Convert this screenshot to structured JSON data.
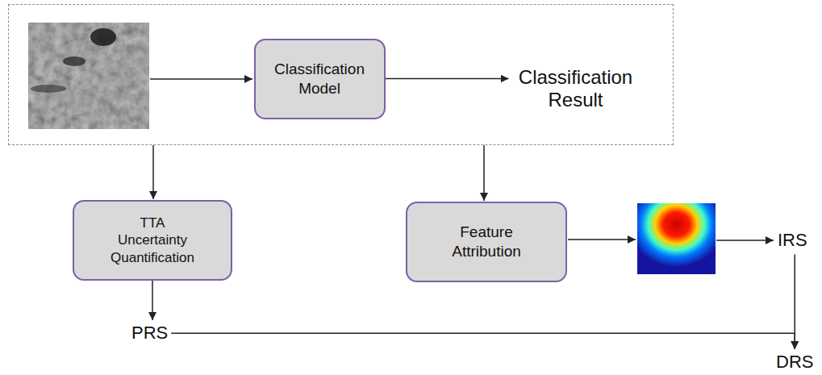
{
  "diagram": {
    "nodes": [
      {
        "text": []
      },
      {
        "text": [
          "Classification Model"
        ],
        "in": 0
      },
      {
        "text": [
          "Classification Result"
        ],
        "in": 0
      },
      {
        "text": [
          "TTA Uncertainty Quantification"
        ]
      },
      {
        "text": [
          "Feature Attribution"
        ]
      },
      {
        "text": [
          "IRS"
        ]
      },
      {
        "text": [
          "PRS"
        ]
      },
      {
        "text": [
          "DRS"
        ]
      }
    ],
    "edges": [
      {
        "from": 0,
        "to": 3,
        "arrow": "to"
      },
      {
        "from": 0,
        "to": 4,
        "arrow": "to"
      },
      {
        "from": 1,
        "to": 2,
        "arrow": "to"
      },
      {
        "from": 3,
        "to": 6,
        "arrow": "to"
      },
      {
        "from": 6,
        "to": 7,
        "arrow": "to"
      },
      {
        "from": 5,
        "to": 7,
        "arrow": "to"
      }
    ]
  }
}
